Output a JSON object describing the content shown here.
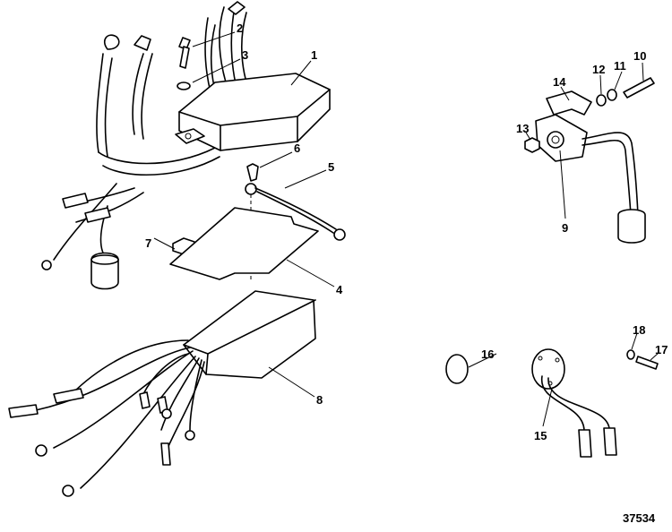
{
  "callouts": {
    "c1": "1",
    "c2": "2",
    "c3": "3",
    "c4": "4",
    "c5": "5",
    "c6": "6",
    "c7": "7",
    "c8": "8",
    "c9": "9",
    "c10": "10",
    "c11": "11",
    "c12": "12",
    "c13": "13",
    "c14": "14",
    "c15": "15",
    "c16": "16",
    "c17": "17",
    "c18": "18"
  },
  "figure_number": "37534"
}
